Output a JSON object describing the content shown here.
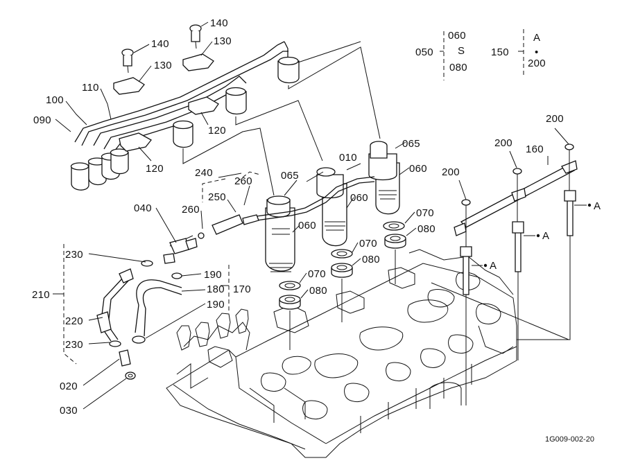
{
  "labels": {
    "l140a": "140",
    "l140b": "140",
    "l130a": "130",
    "l130b": "130",
    "l100": "100",
    "l110": "110",
    "l090": "090",
    "l120a": "120",
    "l120b": "120",
    "l240": "240",
    "l250": "250",
    "l260a": "260",
    "l260b": "260",
    "l040": "040",
    "l065a": "065",
    "l065b": "065",
    "l010": "010",
    "l060a": "060",
    "l060b": "060",
    "l060c": "060",
    "l070a": "070",
    "l070b": "070",
    "l070c": "070",
    "l080a": "080",
    "l080b": "080",
    "l080c": "080",
    "l230a": "230",
    "l230b": "230",
    "l210": "210",
    "l220": "220",
    "l190a": "190",
    "l190b": "190",
    "l180": "180",
    "l170": "170",
    "l020": "020",
    "l030": "030",
    "l200a": "200",
    "l200b": "200",
    "l200c": "200",
    "l160": "160",
    "lA1": "A",
    "lA2": "A",
    "lA3": "A"
  },
  "notes": {
    "range050_code": "050",
    "range050_from": "060",
    "range050_sep": "S",
    "range050_to": "080",
    "range150_code": "150",
    "range150_from": "A",
    "range150_sep": "•",
    "range150_to": "200"
  },
  "footer": {
    "figure_code": "1G009-002-20"
  }
}
